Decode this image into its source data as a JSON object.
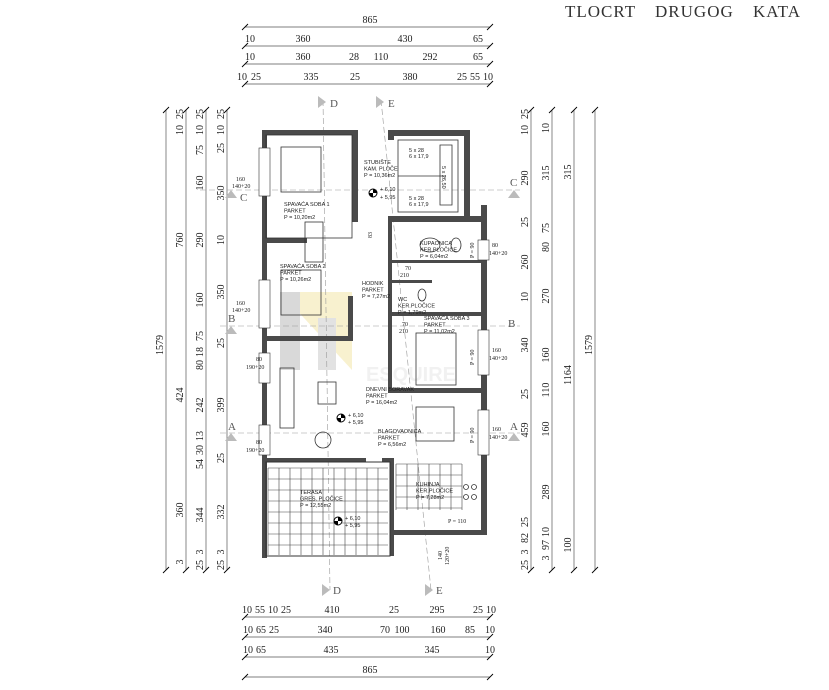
{
  "title": "TLOCRT DRUGOG KATA",
  "watermark": "ESQUIRE",
  "dimensions": {
    "top": [
      [
        "865"
      ],
      [
        "10",
        "360",
        "430",
        "65"
      ],
      [
        "10",
        "360",
        "28",
        "110",
        "292",
        "65"
      ],
      [
        "10",
        "25",
        "335",
        "25",
        "380",
        "25",
        "55",
        "10"
      ]
    ],
    "bottom": [
      [
        "10",
        "55",
        "10",
        "25",
        "410",
        "25",
        "295",
        "25",
        "10"
      ],
      [
        "10",
        "65",
        "25",
        "340",
        "70",
        "100",
        "160",
        "85",
        "10"
      ],
      [
        "10",
        "65",
        "435",
        "345",
        "10"
      ],
      [
        "865"
      ]
    ],
    "left": [
      [
        "1579"
      ],
      [
        "25",
        "10",
        "760",
        "424",
        "360",
        "3"
      ],
      [
        "25",
        "10",
        "75",
        "160",
        "290",
        "160",
        "75",
        "18",
        "80",
        "242",
        "13",
        "30",
        "54",
        "344",
        "3",
        "25"
      ],
      [
        "25",
        "10",
        "25",
        "350",
        "10",
        "350",
        "25",
        "399",
        "25",
        "332",
        "3",
        "25"
      ]
    ],
    "right": [
      [
        "25",
        "10",
        "290",
        "25",
        "260",
        "10",
        "340",
        "25",
        "459",
        "25",
        "82",
        "3",
        "25"
      ],
      [
        "10",
        "315",
        "75",
        "80",
        "270",
        "160",
        "110",
        "160",
        "289",
        "10",
        "97",
        "3"
      ],
      [
        "315",
        "1164",
        "100"
      ],
      [
        "1579"
      ]
    ]
  },
  "sections": {
    "a": "A",
    "b": "B",
    "c": "C",
    "d": "D",
    "e": "E"
  },
  "rooms": [
    {
      "name": "SPAVAĆA SOBA 1",
      "floor": "PARKET",
      "area": "P = 10,20m2"
    },
    {
      "name": "STUBIŠTE",
      "floor": "KAM. PLOČE",
      "area": "P = 10,36m2"
    },
    {
      "name": "SPAVAĆA SOBA 2",
      "floor": "PARKET",
      "area": "P = 10,26m2"
    },
    {
      "name": "HODNIK",
      "floor": "PARKET",
      "area": "P = 7,27m2"
    },
    {
      "name": "KUPAONICA",
      "floor": "KER.PLOČICE",
      "area": "P = 6,04m2"
    },
    {
      "name": "WC",
      "floor": "KER.PLOČICE",
      "area": "P = 1,79m2"
    },
    {
      "name": "SPAVAĆA SOBA 3",
      "floor": "PARKET",
      "area": "P = 11,02m2"
    },
    {
      "name": "DNEVNI BORAVAK",
      "floor": "PARKET",
      "area": "P = 16,04m2"
    },
    {
      "name": "BLAGOVAONICA",
      "floor": "PARKET",
      "area": "P = 6,56m2"
    },
    {
      "name": "TERASA",
      "floor": "GRES. PLOČICE",
      "area": "P = 12,55m2"
    },
    {
      "name": "KUHINJA",
      "floor": "KER.PLOČICE",
      "area": "P = 7,28m2"
    }
  ],
  "levels": {
    "top": "+ 6,10",
    "bottom": "+ 5,95",
    "terrace_bottom": "+ 5,95"
  },
  "stairs": {
    "upper": "5 x 28",
    "upper_b": "6 x 17,9",
    "mid": "5 x 26,50",
    "lower": "5 x 28",
    "lower_b": "6 x 17,9"
  },
  "windows": {
    "w160": "160",
    "w140": "140+20",
    "w80": "80",
    "w190": "190+20",
    "p90": "P = 90",
    "p110": "P = 110",
    "d70": "70",
    "d210": "210",
    "d83": "83",
    "d140": "140",
    "d120": "120+20"
  }
}
